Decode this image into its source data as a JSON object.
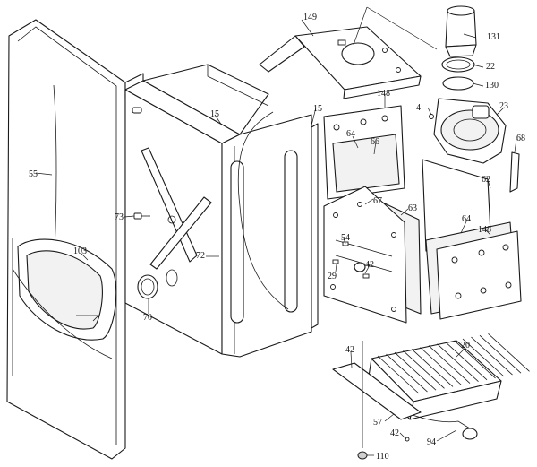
{
  "callouts": {
    "c149": "149",
    "c131": "131",
    "c22": "22",
    "c130": "130",
    "c148a": "148",
    "c4": "4",
    "c23": "23",
    "c15a": "15",
    "c15b": "15",
    "c64a": "64",
    "c66": "66",
    "c68": "68",
    "c55": "55",
    "c62": "62",
    "c67": "67",
    "c63": "63",
    "c73": "73",
    "c64b": "64",
    "c148b": "148",
    "c54": "54",
    "c72": "72",
    "c103": "103",
    "c42a": "42",
    "c29": "29",
    "c70": "70",
    "c42b": "42",
    "c20": "20",
    "c57": "57",
    "c42c": "42",
    "c94": "94",
    "c110": "110"
  }
}
